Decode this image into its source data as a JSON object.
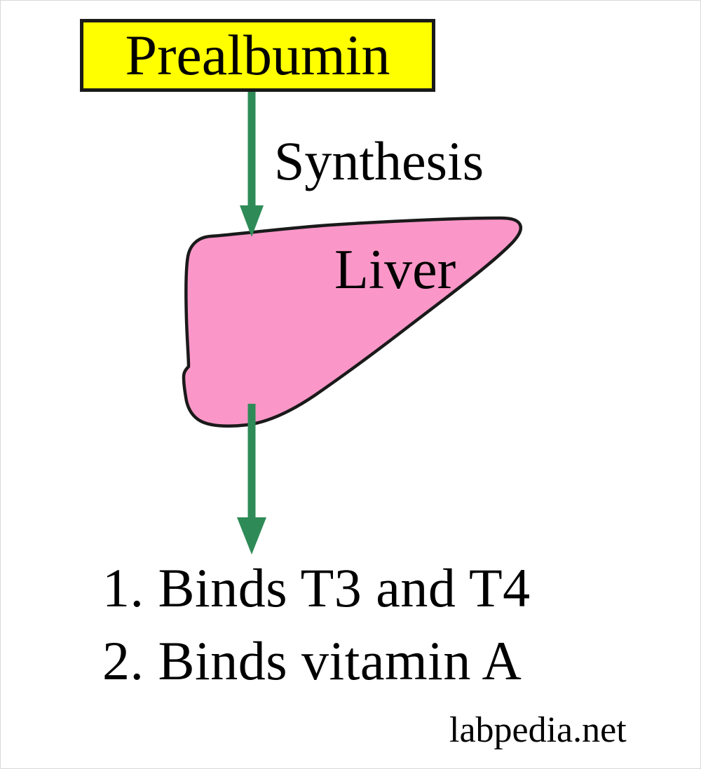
{
  "diagram": {
    "title_box": {
      "label": "Prealbumin",
      "fill_color": "#ffff00",
      "border_color": "#1a1a1a",
      "text_color": "#000000"
    },
    "arrows": [
      {
        "name": "synthesis-arrow",
        "label": "Synthesis",
        "color": "#2e8b57",
        "from": "Prealbumin",
        "to": "Liver",
        "direction": "down"
      },
      {
        "name": "function-arrow",
        "label": "",
        "color": "#2e8b57",
        "from": "Liver",
        "to": "Functions",
        "direction": "down"
      }
    ],
    "organ": {
      "name": "Liver",
      "label": "Liver",
      "fill_color": "#fa97c8",
      "stroke_color": "#1a1a1a",
      "label_color": "#000000"
    },
    "functions": {
      "items": [
        "1. Binds T3 and T4",
        "2. Binds vitamin A"
      ]
    },
    "watermark": "labpedia.net",
    "background_color": "#ffffff",
    "border_color": "#d8d8d8"
  }
}
